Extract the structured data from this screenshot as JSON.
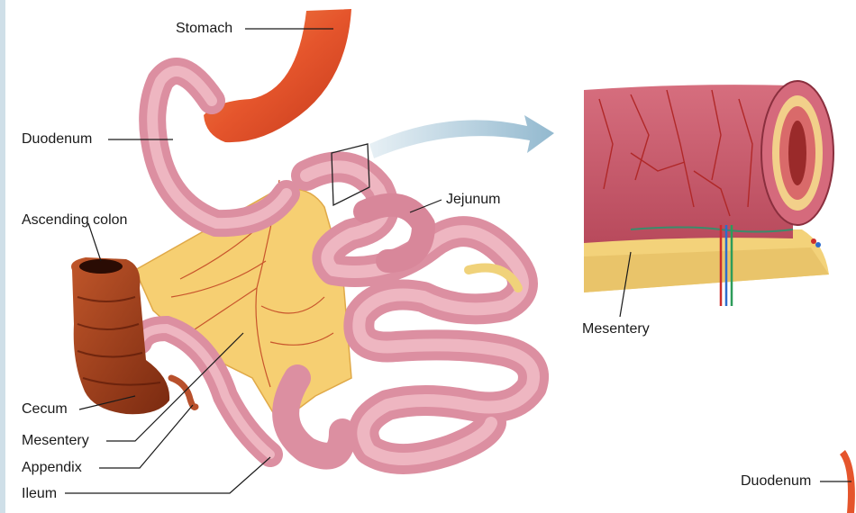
{
  "labels": {
    "stomach": "Stomach",
    "duodenum": "Duodenum",
    "ascending_colon": "Ascending colon",
    "jejunum": "Jejunum",
    "cecum": "Cecum",
    "mesentery": "Mesentery",
    "appendix": "Appendix",
    "ileum": "Ileum",
    "inset_mesentery": "Mesentery",
    "duodenum_bottom": "Duodenum"
  },
  "colors": {
    "stomach": "#e5552c",
    "intestine": "#e7a1b0",
    "colon": "#9c3a1a",
    "mesentery": "#f6cf72",
    "vessel": "#c0392b",
    "arrow": "#a9c7d8",
    "left_strip": "#cfdfe8"
  }
}
